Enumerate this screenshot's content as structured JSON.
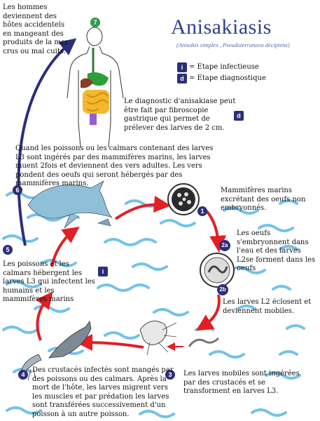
{
  "title": "Anisakiasis",
  "subtitle": "(Anisakis simplex , Pseudoterranova decipiens)",
  "legend": {
    "infective": {
      "icon": "i",
      "label": "=  Etape infectieuse"
    },
    "diagnostic": {
      "icon": "d",
      "label": "= Etape diagnostique"
    }
  },
  "steps": {
    "s7": {
      "num": "7",
      "text": "Les hommes deviennent des hôtes accidentels en mangeant des produits de la mer crus ou mal cuits."
    },
    "diag": {
      "icon": "d",
      "text": "Le diagnostic d'anisakiase peut être fait par fibroscopie gastrique qui permet de prélever des larves de 2 cm."
    },
    "s6": {
      "num": "6",
      "text": "Quand les poissons ou les calmars contenant des larves L3 sont ingérés par des mammifères marins, les larves muent 2fois et deviennent des vers adultes. Les vers pondent des oeufs qui seront hébergés par des mammifères marins."
    },
    "s1": {
      "num": "1",
      "text": "Mammifères marins excrétant des oeufs non embryonnés."
    },
    "s2a": {
      "num": "2a",
      "text": "Les oeufs s'embryonnent dans l'eau et des larves L2se forment dans les oeufs"
    },
    "s2b": {
      "num": "2b",
      "text": "Les larves L2 éclosent et deviennent mobiles."
    },
    "s5": {
      "num": "5",
      "text": "Les poissons et les calmars hébergent les larves L3 qui infectent les humains et les mammifères marins"
    },
    "s5i": {
      "icon": "i"
    },
    "s3": {
      "num": "3",
      "text": "Les larves mobiles sont ingérées par des crustacés et se transforment en larves L3."
    },
    "s4": {
      "num": "4",
      "text": "Des crustacés infectés sont mangés par des poissons ou des calmars. Après la mort de l'hôte, les larves migrent vers les muscles et par prédation les larves sont transférées successivement d'un poisson à un autre poisson."
    }
  },
  "colors": {
    "title": "#2e3f8f",
    "step": "#2b2f7a",
    "green": "#2f9e4a",
    "arrow_red": "#e31e24",
    "arrow_blue": "#2b2f7a",
    "water": "#5bb8e8"
  }
}
